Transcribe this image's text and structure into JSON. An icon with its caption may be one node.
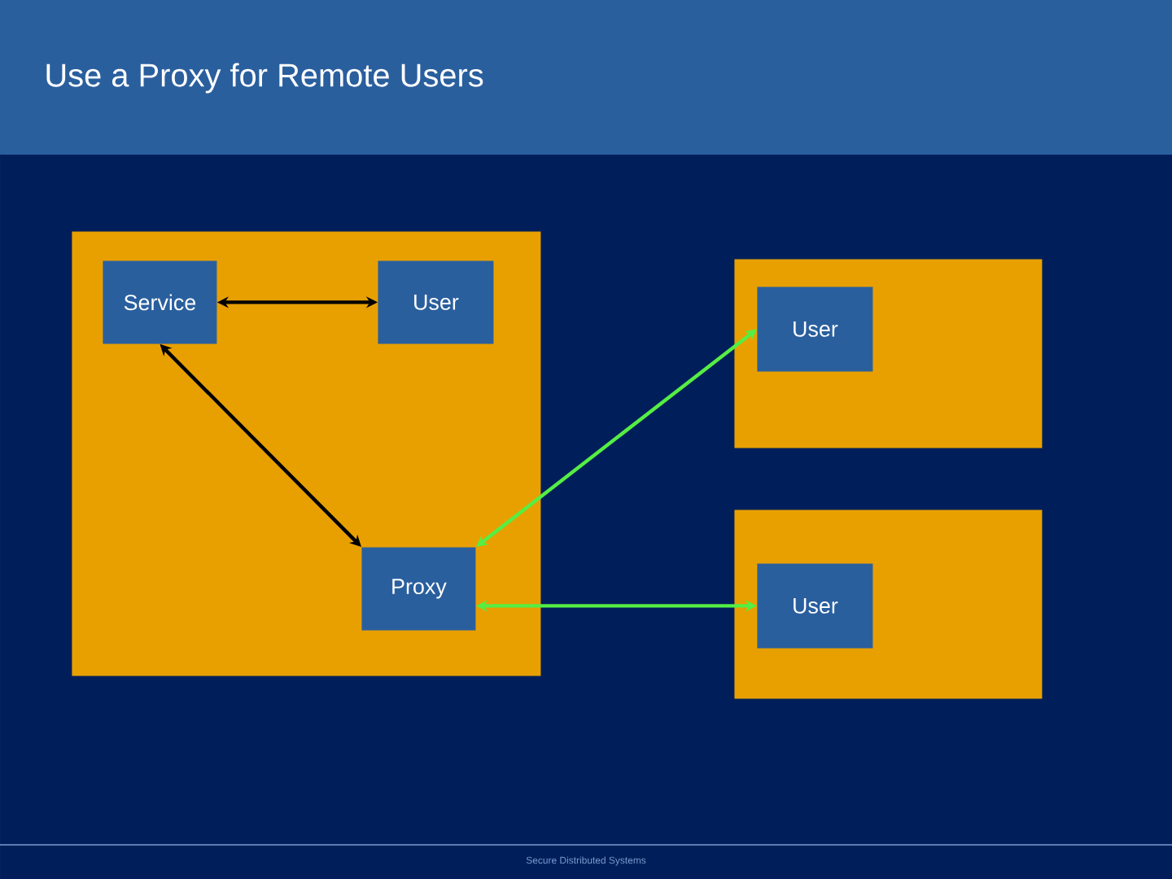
{
  "diagram": {
    "title": "Use a Proxy for Remote Users",
    "nodes": [
      {
        "text": [],
        "shape": "box"
      },
      {
        "text": [
          "Service"
        ],
        "in": 0
      },
      {
        "text": [
          "User"
        ],
        "in": 0
      },
      {
        "text": [
          "Proxy"
        ],
        "in": 0
      },
      {
        "text": [],
        "shape": "box"
      },
      {
        "text": [
          "User"
        ],
        "in": 4
      },
      {
        "text": [],
        "shape": "box"
      },
      {
        "text": [
          "User"
        ],
        "in": 6
      }
    ],
    "edges": [
      {
        "from": 1,
        "to": 2,
        "arrow": "both"
      },
      {
        "from": 1,
        "to": 3,
        "arrow": "both"
      },
      {
        "from": 3,
        "to": 5,
        "arrow": "both",
        "color": "#55ee44"
      },
      {
        "from": 3,
        "to": 7,
        "arrow": "both",
        "color": "#55ee44"
      }
    ],
    "labels": [
      "Secure Distributed Systems"
    ]
  }
}
